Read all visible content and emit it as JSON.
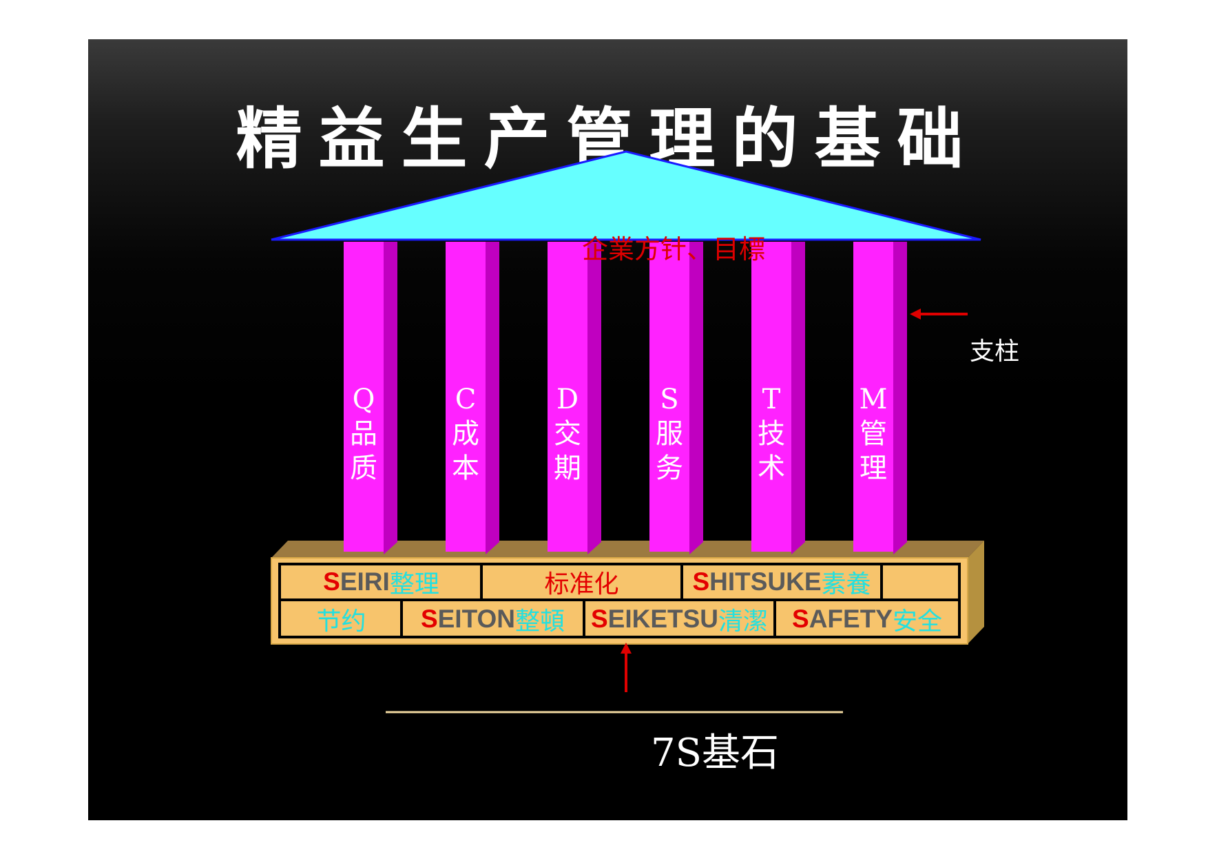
{
  "title": "精益生产管理的基础",
  "roof": {
    "label": "企業方针、目標"
  },
  "pillar_label": "支柱",
  "pillars": [
    {
      "letter": "Q",
      "char1": "品",
      "char2": "质"
    },
    {
      "letter": "C",
      "char1": "成",
      "char2": "本"
    },
    {
      "letter": "D",
      "char1": "交",
      "char2": "期"
    },
    {
      "letter": "S",
      "char1": "服",
      "char2": "务"
    },
    {
      "letter": "T",
      "char1": "技",
      "char2": "术"
    },
    {
      "letter": "M",
      "char1": "管",
      "char2": "理"
    }
  ],
  "foundation": {
    "label": "7S基石",
    "row1": [
      {
        "first": "S",
        "rest": "EIRI",
        "cn": "整理"
      },
      {
        "first": "",
        "rest": "",
        "cn": "标准化"
      },
      {
        "first": "S",
        "rest": "HITSUKE",
        "cn": "素養"
      }
    ],
    "row2": [
      {
        "first": "",
        "rest": "",
        "cn": "节约"
      },
      {
        "first": "S",
        "rest": "EITON",
        "cn": "整頓"
      },
      {
        "first": "S",
        "rest": "EIKETSU",
        "cn": "清潔"
      },
      {
        "first": "S",
        "rest": "AFETY",
        "cn": "安全"
      }
    ]
  },
  "colors": {
    "roof": "#66ffff",
    "roof_outline": "#1a1aff",
    "pillar_front": "#ff22ff",
    "pillar_side": "#c000c0",
    "base_front": "#f7c46c",
    "base_top": "#9c7a40",
    "arrow": "#e00000"
  }
}
